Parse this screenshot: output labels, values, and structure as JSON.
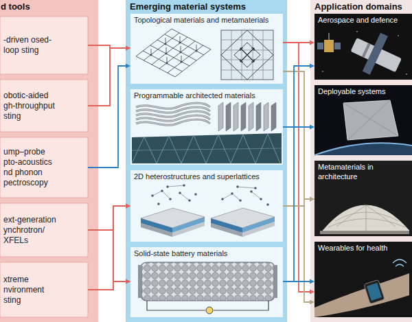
{
  "diagram": {
    "nodes": [
      {
        "text": [
          "d tools"
        ]
      },
      {
        "text": [
          "-driven osed-loop sting"
        ],
        "in": 0
      },
      {
        "text": [
          "obotic-aided gh-throughput sting"
        ],
        "in": 0
      },
      {
        "text": [
          "ump–probe pto-acoustics nd phonon pectroscopy"
        ],
        "in": 0
      },
      {
        "text": [
          "ext-generation ynchrotron/ XFELs"
        ],
        "in": 0
      },
      {
        "text": [
          "xtreme nvironment sting"
        ],
        "in": 0
      },
      {
        "text": [
          "Emerging material systems"
        ]
      },
      {
        "text": [
          "Topological materials and metamaterials"
        ],
        "in": 6
      },
      {
        "text": [
          "Programmable architected materials"
        ],
        "in": 6
      },
      {
        "text": [
          "2D heterostructures and superlattices"
        ],
        "in": 6
      },
      {
        "text": [
          "Solid-state battery materials"
        ],
        "in": 6
      },
      {
        "text": [
          "Application domains"
        ]
      },
      {
        "text": [
          "Aerospace and defence"
        ],
        "in": 11
      },
      {
        "text": [
          "Deployable systems"
        ],
        "in": 11
      },
      {
        "text": [
          "Metamaterials in architecture"
        ],
        "in": 11
      },
      {
        "text": [
          "Wearables for health"
        ],
        "in": 11
      }
    ],
    "edges": [
      {
        "from": 1,
        "to": 7,
        "arrow": "to"
      },
      {
        "from": 2,
        "to": 7,
        "arrow": "to"
      },
      {
        "from": 3,
        "to": 7,
        "arrow": "to"
      },
      {
        "from": 4,
        "to": 9,
        "arrow": "to"
      },
      {
        "from": 4,
        "to": 10,
        "arrow": "to"
      },
      {
        "from": 5,
        "to": 9,
        "arrow": "to"
      },
      {
        "from": 5,
        "to": 10,
        "arrow": "to"
      },
      {
        "from": 7,
        "to": 12,
        "arrow": "to"
      },
      {
        "from": 7,
        "to": 15,
        "arrow": "to"
      },
      {
        "from": 7,
        "to": 14,
        "arrow": "to"
      },
      {
        "from": 8,
        "to": 13,
        "arrow": "to"
      },
      {
        "from": 9,
        "to": 14,
        "arrow": "to"
      },
      {
        "from": 9,
        "to": 15,
        "arrow": "to"
      },
      {
        "from": 10,
        "to": 12,
        "arrow": "to"
      },
      {
        "from": 10,
        "to": 15,
        "arrow": "to"
      }
    ]
  }
}
